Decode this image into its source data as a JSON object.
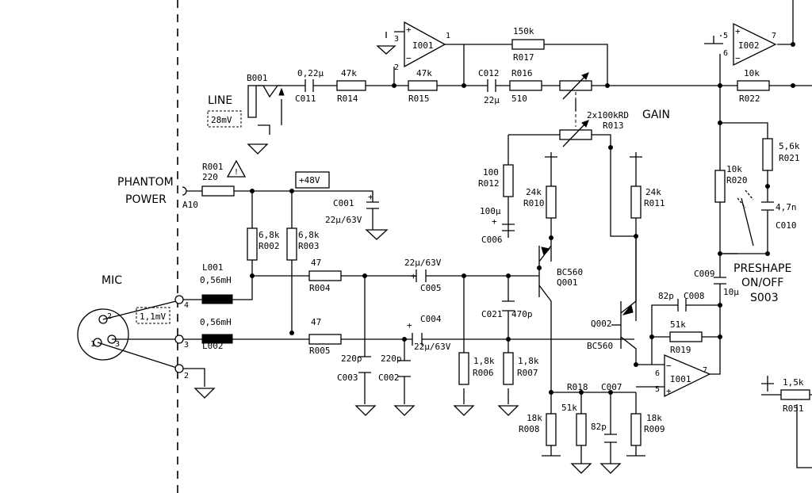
{
  "labels": {
    "line": "LINE",
    "line_level": "28mV",
    "phantom1": "PHANTOM",
    "phantom2": "POWER",
    "plus48": "+48V",
    "mic": "MIC",
    "mic_level": "1,1mV",
    "gain": "GAIN",
    "preshape1": "PRESHAPE",
    "preshape2": "ON/OFF",
    "s003": "S003",
    "a10": "A10",
    "b001": "B001",
    "warning": "!",
    "plus": "+",
    "minus": "−",
    "pins": {
      "p1": "1",
      "p2": "2",
      "p3": "3",
      "p4": "4",
      "p5": "5",
      "p6": "6",
      "p7": "7"
    }
  },
  "components": {
    "r001": {
      "name": "R001",
      "value": "220"
    },
    "r002": {
      "name": "R002",
      "value": "6,8k"
    },
    "r003": {
      "name": "R003",
      "value": "6,8k"
    },
    "r004": {
      "name": "R004",
      "value": "47"
    },
    "r005": {
      "name": "R005",
      "value": "47"
    },
    "r006": {
      "name": "R006",
      "value": "1,8k"
    },
    "r007": {
      "name": "R007",
      "value": "1,8k"
    },
    "r008": {
      "name": "R008",
      "value": "18k"
    },
    "r009": {
      "name": "R009",
      "value": "18k"
    },
    "r010": {
      "name": "R010",
      "value": "24k"
    },
    "r011": {
      "name": "R011",
      "value": "24k"
    },
    "r012": {
      "name": "R012",
      "value": "100"
    },
    "r013": {
      "name": "R013",
      "value": "2x100kRD"
    },
    "r014": {
      "name": "R014",
      "value": "47k"
    },
    "r015": {
      "name": "R015",
      "value": "47k"
    },
    "r016": {
      "name": "R016",
      "value": "510"
    },
    "r017": {
      "name": "R017",
      "value": "150k"
    },
    "r018": {
      "name": "R018",
      "value": "51k"
    },
    "r019": {
      "name": "R019",
      "value": "51k"
    },
    "r020": {
      "name": "R020",
      "value": "10k"
    },
    "r021": {
      "name": "R021",
      "value": "5,6k"
    },
    "r022": {
      "name": "R022",
      "value": "10k"
    },
    "r051": {
      "name": "R051",
      "value": "1,5k"
    },
    "c001": {
      "name": "C001",
      "value": "22µ/63V"
    },
    "c002": {
      "name": "C002",
      "value": "220p"
    },
    "c003": {
      "name": "C003",
      "value": "220p"
    },
    "c004": {
      "name": "C004",
      "value": "22µ/63V"
    },
    "c005": {
      "name": "C005",
      "value": "22µ/63V"
    },
    "c006": {
      "name": "C006",
      "value": "100µ"
    },
    "c007": {
      "name": "C007",
      "value": "82p"
    },
    "c008": {
      "name": "C008",
      "value": "82p"
    },
    "c009": {
      "name": "C009",
      "value": "10µ"
    },
    "c010": {
      "name": "C010",
      "value": "4,7n"
    },
    "c011": {
      "name": "C011",
      "value": "0,22µ"
    },
    "c012": {
      "name": "C012",
      "value": "22µ"
    },
    "c021": {
      "name": "C021",
      "value": "470p"
    },
    "l001": {
      "name": "L001",
      "value": "0,56mH"
    },
    "l002": {
      "name": "L002",
      "value": "0,56mH"
    },
    "q001": {
      "name": "Q001",
      "type": "BC560"
    },
    "q002": {
      "name": "Q002",
      "type": "BC560"
    },
    "i001": {
      "name": "I001"
    },
    "i002": {
      "name": "I002"
    }
  }
}
